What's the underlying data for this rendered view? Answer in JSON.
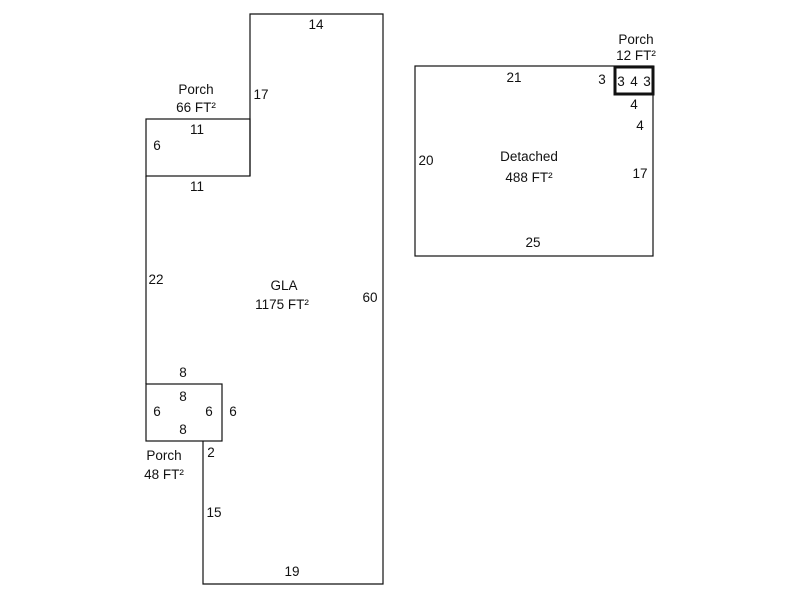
{
  "gla": {
    "name": "GLA",
    "area": "1175 FT²",
    "dims": {
      "top": "14",
      "right": "60",
      "bottom": "19",
      "left_lower": "15",
      "step": "2",
      "left_mid": "22",
      "upper_left": "17"
    }
  },
  "porch_top": {
    "name": "Porch",
    "area": "66 FT²",
    "dims": {
      "top": "11",
      "bottom": "11",
      "left": "6"
    }
  },
  "porch_bottom": {
    "name": "Porch",
    "area": "48 FT²",
    "dims": {
      "top_outer": "8",
      "top": "8",
      "bottom": "8",
      "left": "6",
      "right": "6",
      "right_outer": "6"
    }
  },
  "detached": {
    "name": "Detached",
    "area": "488 FT²",
    "dims": {
      "top": "21",
      "bottom": "25",
      "left": "20",
      "right": "17",
      "notch_left": "3",
      "notch_bottom": "4"
    }
  },
  "porch_small": {
    "name": "Porch",
    "area": "12 FT²",
    "dims": {
      "top": "4",
      "bottom": "4",
      "left": "3",
      "right": "3"
    }
  }
}
